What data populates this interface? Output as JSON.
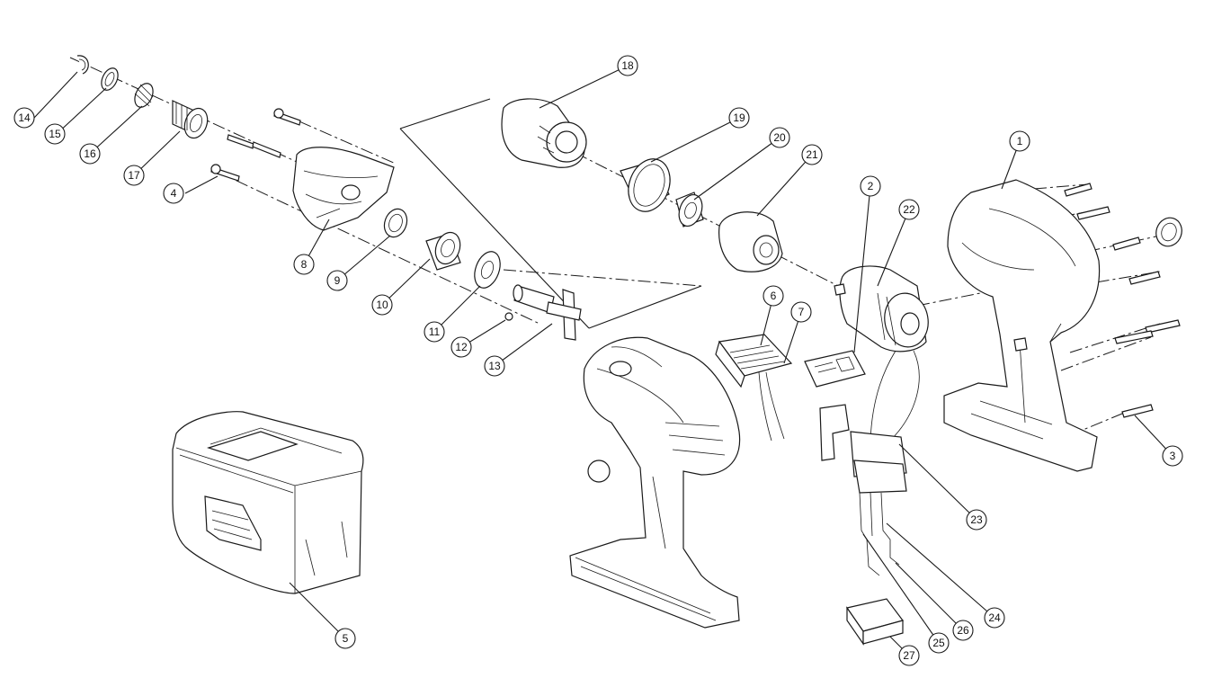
{
  "diagram": {
    "type": "exploded-parts-view",
    "callouts": [
      "1",
      "2",
      "3",
      "4",
      "5",
      "6",
      "7",
      "8",
      "9",
      "10",
      "11",
      "12",
      "13",
      "14",
      "15",
      "16",
      "17",
      "18",
      "19",
      "20",
      "21",
      "22",
      "23",
      "24",
      "25",
      "26",
      "27"
    ]
  }
}
